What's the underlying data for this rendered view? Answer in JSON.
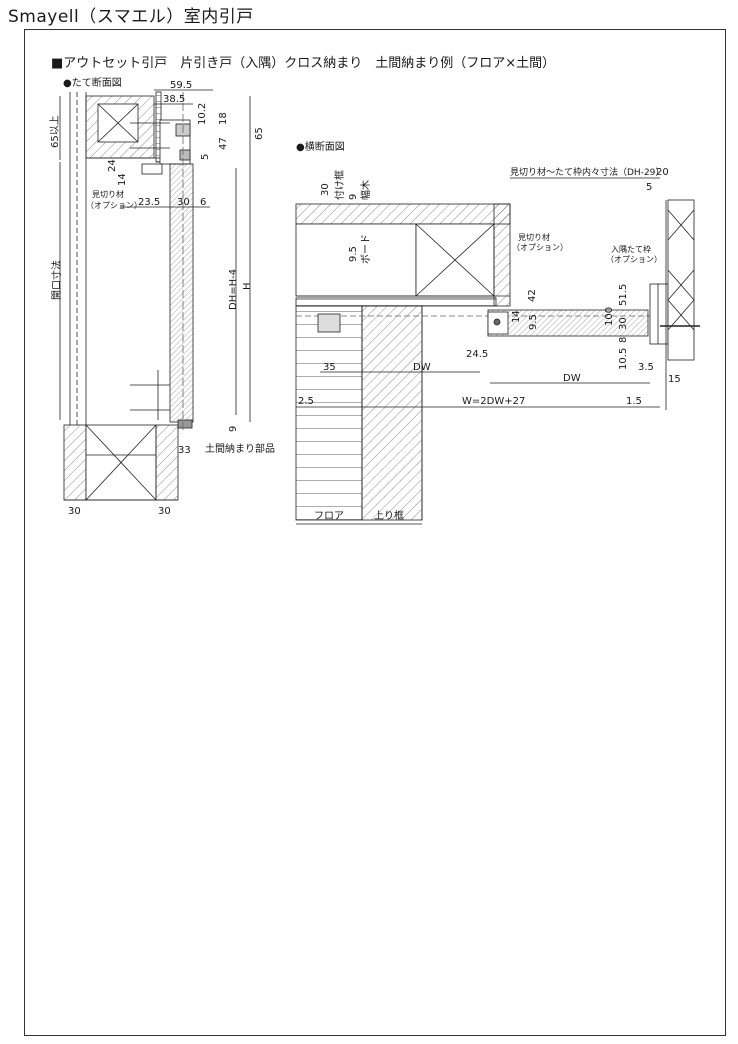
{
  "page": {
    "title": "Smayell（スマエル）室内引戸",
    "section_title": "■アウトセット引戸　片引き戸（入隅）クロス納まり　土間納まり例（フロア×土間）"
  },
  "vertical": {
    "heading": "●たて断面図",
    "dims": {
      "d59_5": "59.5",
      "d38_5": "38.5",
      "d10_2": "10.2",
      "d18": "18",
      "d47": "47",
      "d5": "5",
      "d65": "65",
      "d65min": "65以上",
      "d24": "24",
      "d14": "14",
      "d23_5": "23.5",
      "d30": "30",
      "d6": "6",
      "dh": "DH=H-4",
      "h": "H",
      "opening": "開口寸法",
      "d9": "9",
      "d33": "33",
      "base1": "30",
      "base2": "30"
    },
    "labels": {
      "mikiri1": "見切り材",
      "mikiri2": "（オプション）",
      "doma": "土間納まり部品"
    }
  },
  "horizontal": {
    "heading": "●横断面図",
    "dims": {
      "d30": "30",
      "tsukekamachi": "付け框",
      "d9": "9",
      "habaki": "幅木",
      "d9_5": "9.5",
      "board": "ボード",
      "top_note": "見切り材～たて枠内々寸法（DH-29）",
      "d20": "20",
      "d5": "5",
      "d42": "42",
      "d14": "14",
      "d9_5b": "9.5",
      "d100": "100",
      "d51_5": "51.5",
      "d30b": "30",
      "d8": "8",
      "d10_5": "10.5",
      "d24_5": "24.5",
      "d35": "35",
      "dw1": "DW",
      "dw2": "DW",
      "d3_5": "3.5",
      "d15": "15",
      "d2_5": "2.5",
      "w": "W=2DW+27",
      "d1_5": "1.5"
    },
    "labels": {
      "mikiri1": "見切り材",
      "mikiri2": "（オプション）",
      "irisumi1": "入隅たて枠",
      "irisumi2": "（オプション）",
      "floor": "フロア",
      "agarikamachi": "上り框"
    }
  }
}
